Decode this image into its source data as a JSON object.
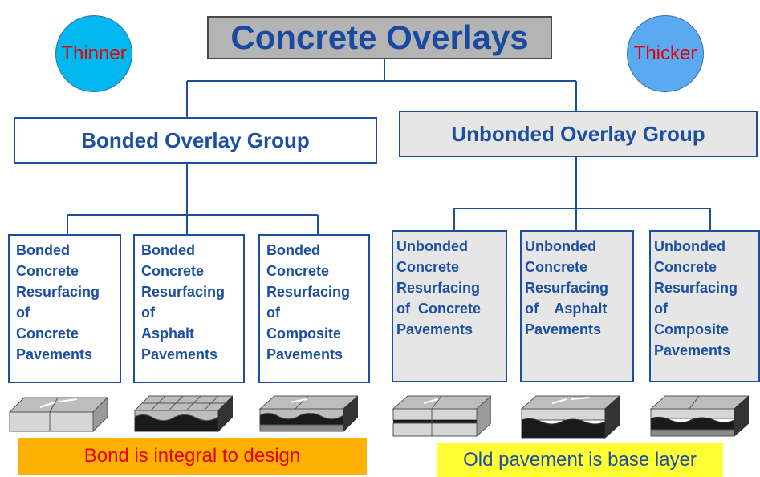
{
  "title": "Concrete Overlays",
  "thickness": {
    "thin_label": "Thinner",
    "thick_label": "Thicker"
  },
  "groups": {
    "bonded": {
      "label": "Bonded Overlay Group",
      "items": [
        {
          "lines": [
            "Bonded",
            "Concrete",
            "Resurfacing",
            "of",
            "Concrete",
            "Pavements"
          ]
        },
        {
          "lines": [
            "Bonded",
            "Concrete",
            "Resurfacing",
            "of",
            "Asphalt",
            "Pavements"
          ]
        },
        {
          "lines": [
            "Bonded",
            "Concrete",
            "Resurfacing",
            "of",
            "Composite",
            "Pavements"
          ]
        }
      ]
    },
    "unbonded": {
      "label": "Unbonded Overlay Group",
      "items": [
        {
          "lines": [
            "Unbonded",
            "Concrete",
            "Resurfacing",
            "of  Concrete",
            "Pavements"
          ]
        },
        {
          "lines": [
            "Unbonded",
            "Concrete",
            "Resurfacing",
            "of    Asphalt",
            "Pavements"
          ]
        },
        {
          "lines": [
            "Unbonded",
            "Concrete",
            "Resurfacing",
            "of",
            "Composite",
            "Pavements"
          ]
        }
      ]
    }
  },
  "notes": {
    "bonded_note": "Bond is integral to design",
    "unbonded_note": "Old pavement is base layer"
  },
  "colors": {
    "title_text": "#1a4aa0",
    "box_border": "#1d4fa1",
    "thin_circle": "#00b7ef",
    "thick_circle": "#5aaaf2",
    "circle_text": "#e60000",
    "bonded_banner": "#ffb000",
    "unbonded_banner": "#ffff33"
  }
}
